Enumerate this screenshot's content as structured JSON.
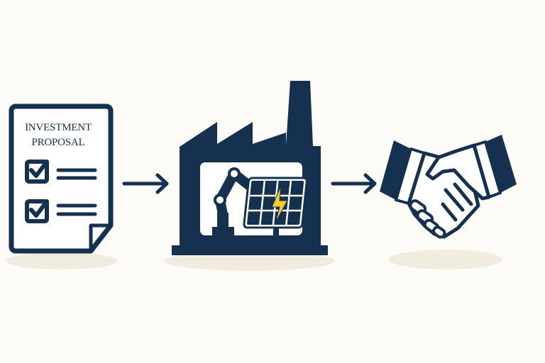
{
  "diagram": {
    "colors": {
      "navy": "#15314f",
      "background": "#fcfbf8",
      "shadow": "#f1ebe0",
      "bolt": "#f5cc2a",
      "white": "#ffffff"
    },
    "steps": [
      {
        "id": "proposal",
        "icon": "document-checklist-icon",
        "title_line1": "INVESTMENT",
        "title_line2": "PROPOSAL",
        "checklist_items": 2
      },
      {
        "id": "factory",
        "icon": "factory-solar-robot-icon",
        "description": "Factory with robotic arm and solar panel"
      },
      {
        "id": "agreement",
        "icon": "handshake-icon",
        "description": "Handshake"
      }
    ],
    "arrows": [
      {
        "from": "proposal",
        "to": "factory",
        "icon": "arrow-right-icon"
      },
      {
        "from": "factory",
        "to": "agreement",
        "icon": "arrow-right-icon"
      }
    ]
  }
}
